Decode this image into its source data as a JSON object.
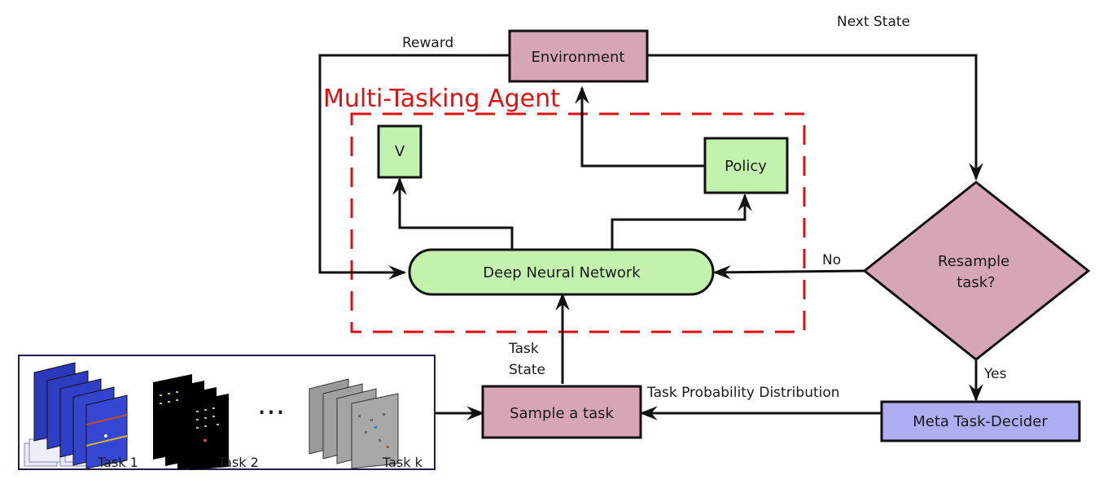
{
  "nodes": {
    "environment": "Environment",
    "v": "V",
    "policy": "Policy",
    "dnn": "Deep Neural Network",
    "resample": [
      "Resample",
      "task?"
    ],
    "sample": "Sample a task",
    "meta": "Meta Task-Decider"
  },
  "agent_title": "Multi-Tasking Agent",
  "edges": {
    "reward": "Reward",
    "next_state": "Next State",
    "no": "No",
    "yes": "Yes",
    "task_state": [
      "Task",
      "State"
    ],
    "task_prob": "Task Probability Distribution"
  },
  "tasks": {
    "labels": [
      "Task 1",
      "Task 2",
      "Task k"
    ],
    "ellipsis": "···"
  },
  "colors": {
    "pink": "#d6a6b4",
    "green": "#c2f2ae",
    "blue": "#aeadf2",
    "agent_border": "#dd1111",
    "panel_border": "#1f1f4f"
  }
}
